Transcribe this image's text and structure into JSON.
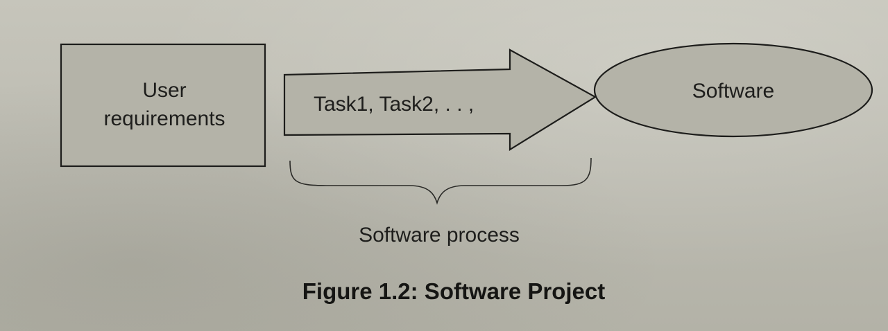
{
  "diagram": {
    "input_box": {
      "line1": "User",
      "line2": "requirements"
    },
    "arrow": {
      "label": "Task1, Task2, . . ,"
    },
    "output_ellipse": {
      "label": "Software"
    },
    "brace": {
      "label": "Software process"
    },
    "caption": "Figure 1.2: Software Project"
  }
}
